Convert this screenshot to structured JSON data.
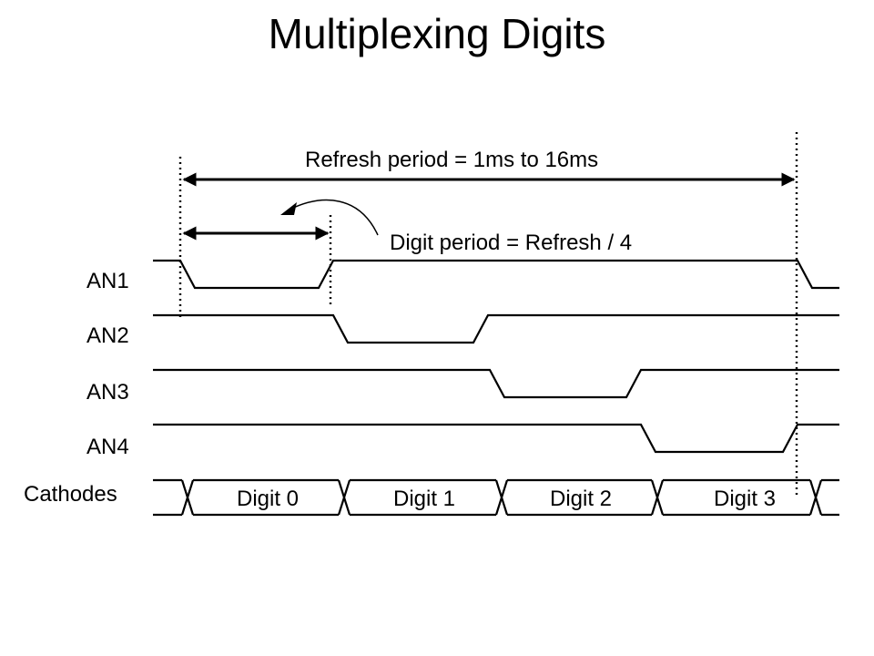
{
  "title": "Multiplexing Digits",
  "annotations": {
    "refresh": "Refresh period = 1ms to 16ms",
    "digit": "Digit period = Refresh / 4"
  },
  "signals": [
    "AN1",
    "AN2",
    "AN3",
    "AN4",
    "Cathodes"
  ],
  "cathode_segments": [
    "Digit 0",
    "Digit 1",
    "Digit 2",
    "Digit 3"
  ]
}
